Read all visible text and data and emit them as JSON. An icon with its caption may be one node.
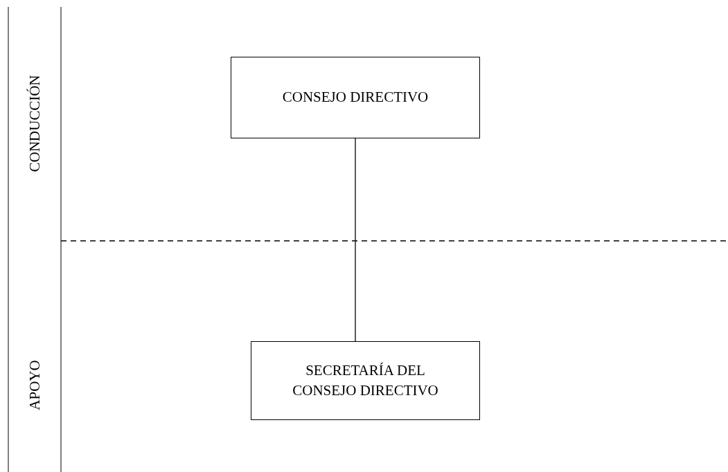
{
  "diagram": {
    "nodes": [
      {
        "text": [
          "CONSEJO DIRECTIVO"
        ]
      },
      {
        "text": [
          "SECRETARÍA DEL CONSEJO DIRECTIVO"
        ]
      }
    ],
    "edges": [
      {
        "from": 0,
        "to": 1,
        "arrow": "none"
      }
    ],
    "labels": [
      "CONDUCCIÓN",
      "APOYO"
    ]
  }
}
